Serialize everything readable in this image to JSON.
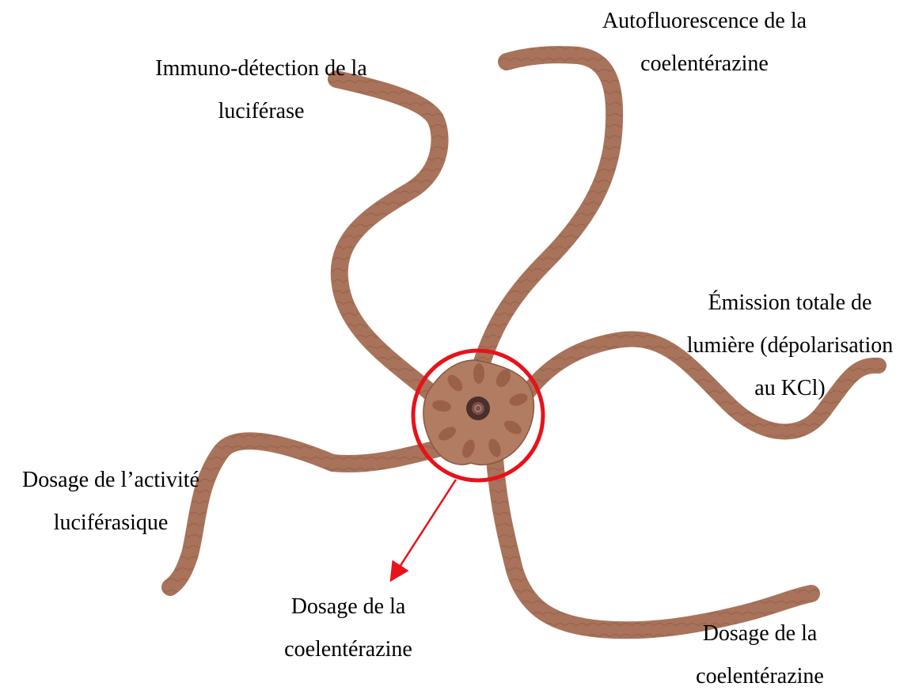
{
  "labels": {
    "top_left": [
      "Immuno-détection de la",
      "luciférase"
    ],
    "top_right": [
      "Autofluorescence de la",
      "coelentérazine"
    ],
    "right": [
      "Émission totale de",
      "lumière (dépolarisation",
      "au KCl)"
    ],
    "left": [
      "Dosage de l’activité",
      "luciférasique"
    ],
    "bottom_center": [
      "Dosage de la",
      "coelentérazine"
    ],
    "bottom_right": [
      "Dosage de la",
      "coelentérazine"
    ]
  },
  "colors": {
    "arm": "#a8735a",
    "arm_edge": "#8a5640",
    "disc": "#b27c62",
    "gonad": "#9a6048",
    "mouth": "#4a2f2c",
    "highlight": "#e8121a"
  }
}
